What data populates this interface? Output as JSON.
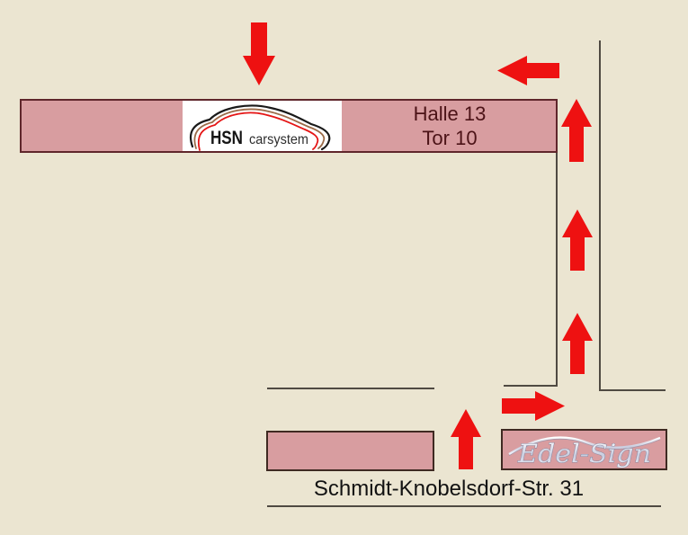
{
  "map": {
    "background_color": "#ebe5d1",
    "arrow_color": "#ee1111",
    "street_line_color": "#4f4a42",
    "building_fill_color": "#d89da0",
    "building_border_color": "#5f262b"
  },
  "hsn_building": {
    "hall_label_line1": "Halle 13",
    "hall_label_line2": "Tor 10",
    "text_color": "#4c1317"
  },
  "hsn_logo": {
    "brand": "HSN",
    "brand_suffix": "carsystem"
  },
  "edel_sign": {
    "brand": "Edel-Sign"
  },
  "street": {
    "name": "Schmidt-Knobelsdorf-Str. 31"
  },
  "route_arrows": [
    {
      "id": "driveway-up",
      "direction": "up"
    },
    {
      "id": "turn-east",
      "direction": "right"
    },
    {
      "id": "north-1",
      "direction": "up"
    },
    {
      "id": "north-2",
      "direction": "up"
    },
    {
      "id": "north-3",
      "direction": "up"
    },
    {
      "id": "turn-west",
      "direction": "left"
    },
    {
      "id": "entrance-down",
      "direction": "down"
    }
  ]
}
